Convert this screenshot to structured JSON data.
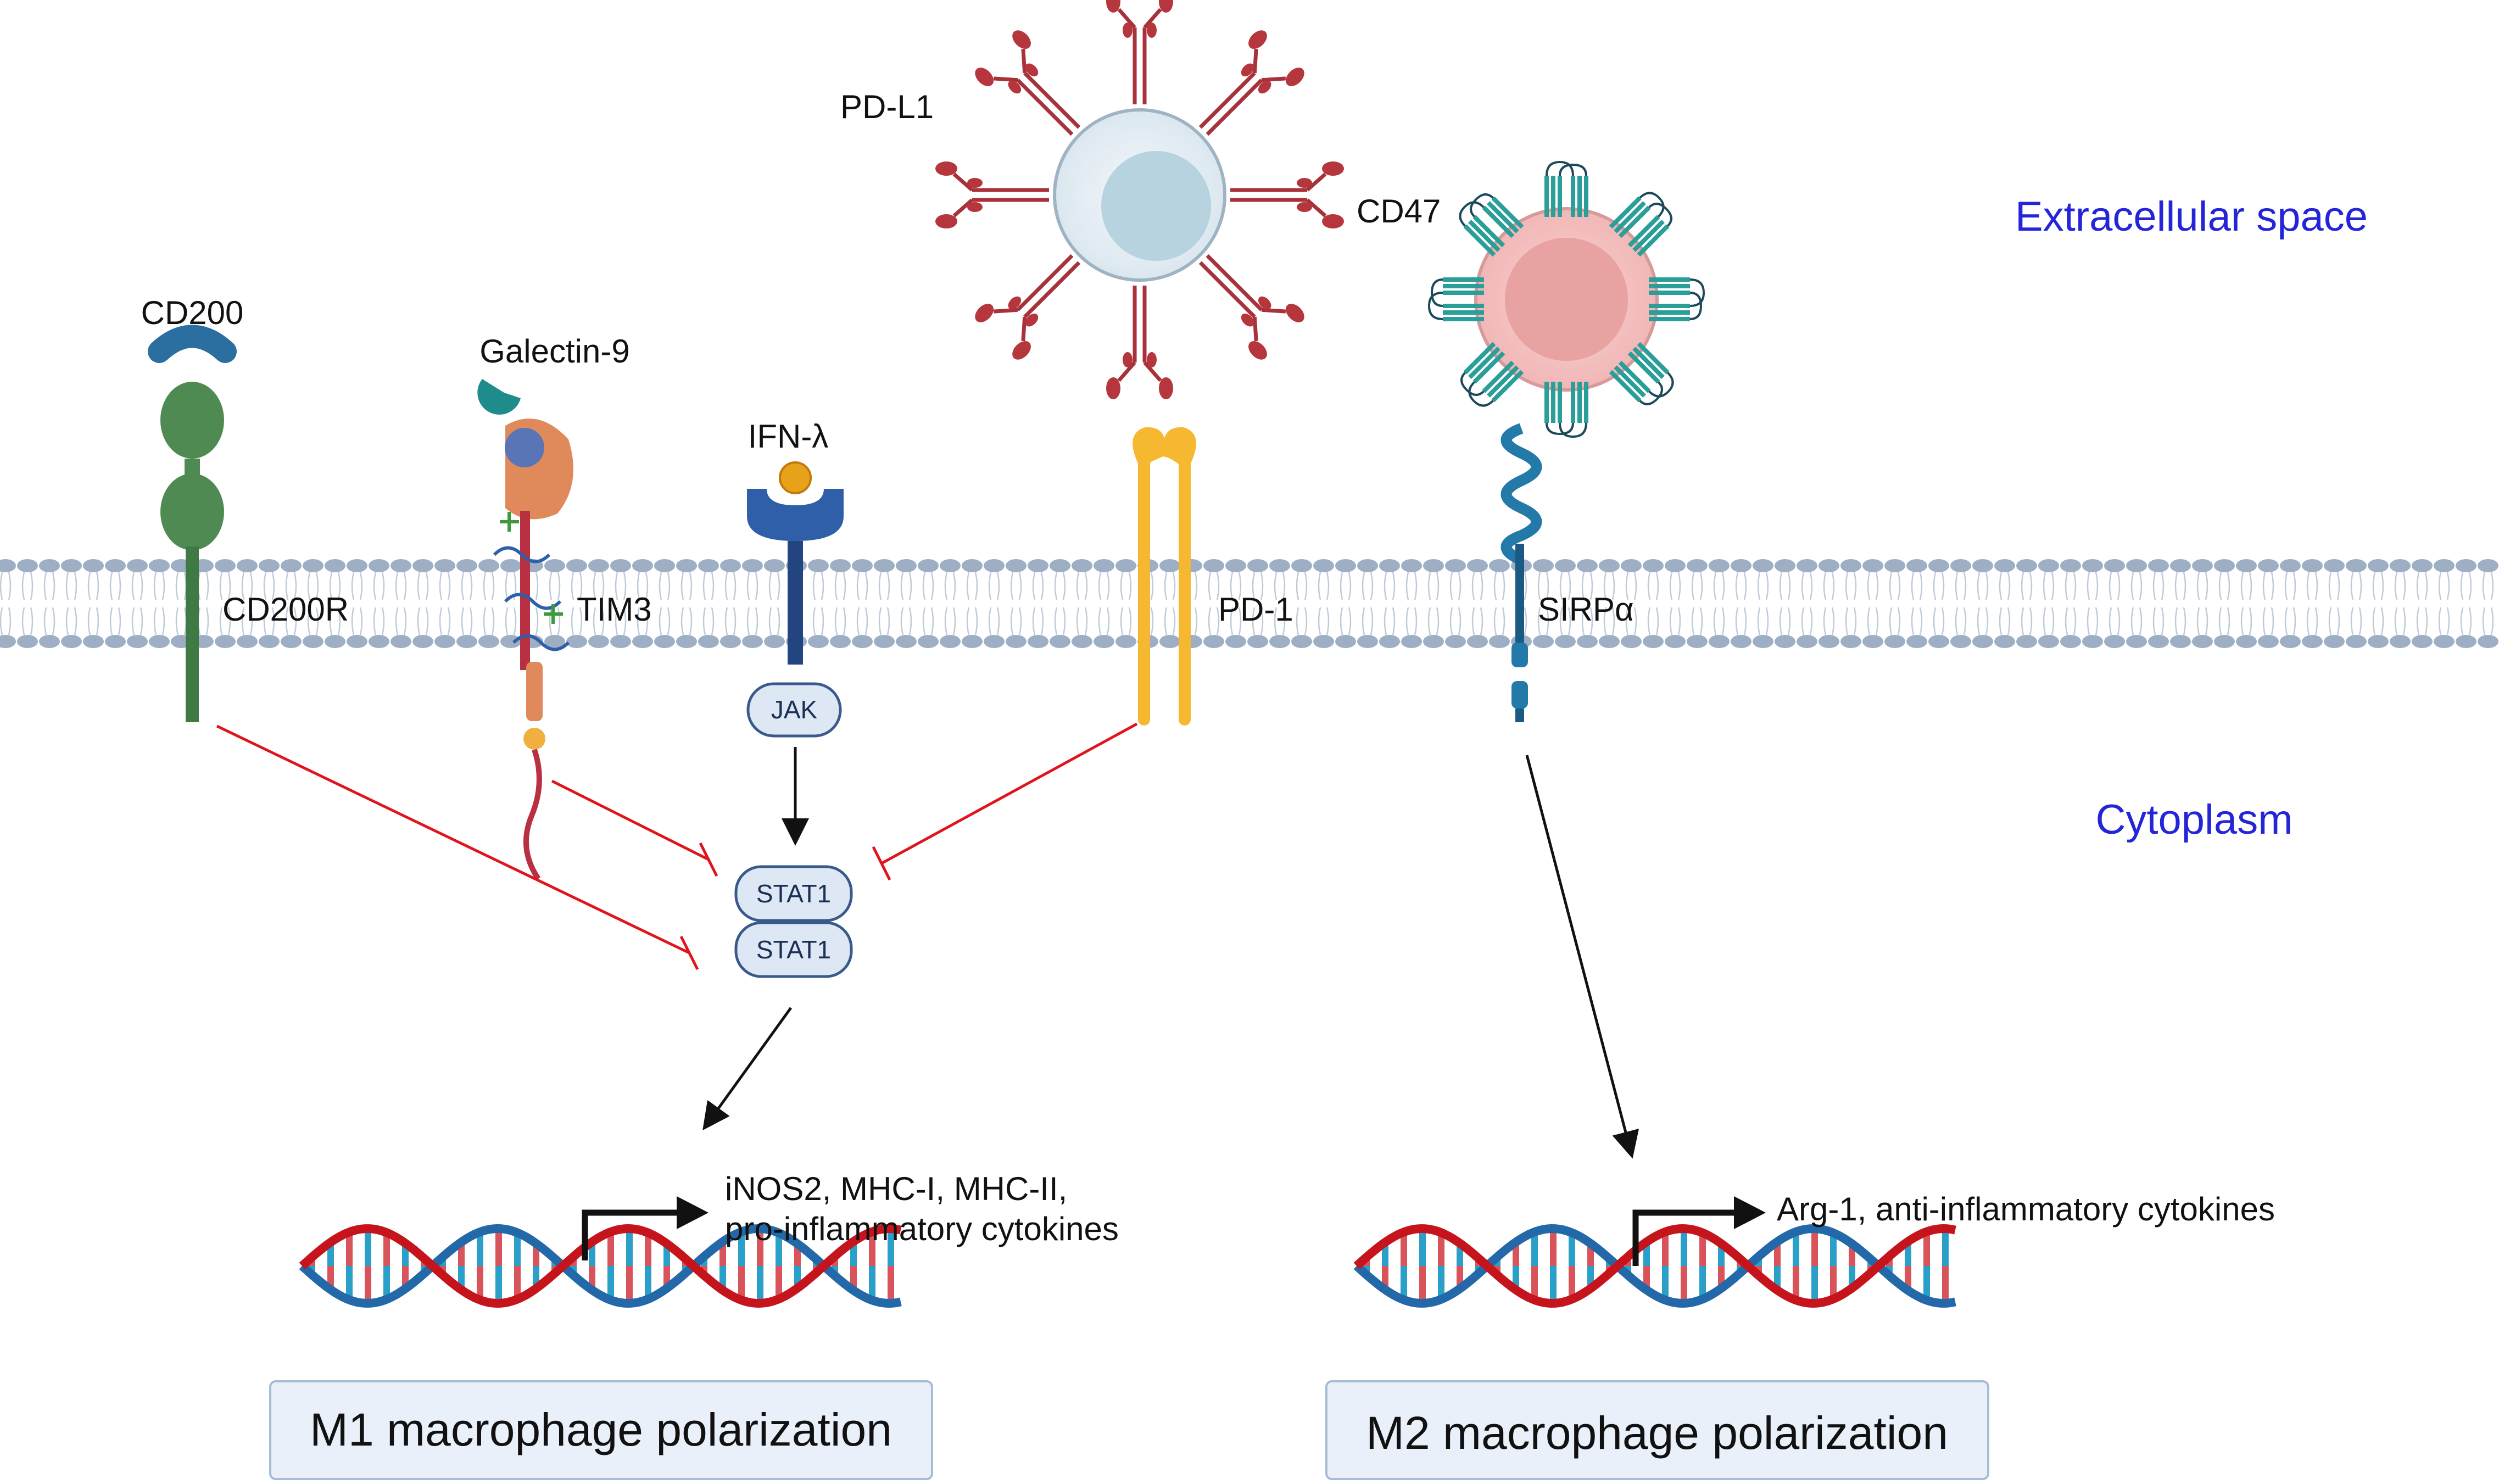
{
  "labels": {
    "extracellular": "Extracellular space",
    "cytoplasm": "Cytoplasm",
    "pd_l1": "PD-L1",
    "cd47": "CD47",
    "cd200": "CD200",
    "galectin9": "Galectin-9",
    "ifn_lambda": "IFN-λ",
    "cd200r": "CD200R",
    "tim3": "TIM3",
    "pd1": "PD-1",
    "sirpa": "SIRPα",
    "jak": "JAK",
    "stat1_top": "STAT1",
    "stat1_bottom": "STAT1",
    "m1_genes_line1": "iNOS2, MHC-I, MHC-II,",
    "m1_genes_line2": "pro-inflammatory cytokines",
    "m2_genes": "Arg-1, anti-inflammatory cytokines",
    "m1_outcome": "M1 macrophage polarization",
    "m2_outcome": "M2 macrophage polarization"
  },
  "colors": {
    "region_text": "#2424d8",
    "inhibition": "#e0141c",
    "activation": "#111111",
    "cd200r": "#4e8a52",
    "tim3": "#e08a5c",
    "ifn_receptor": "#2f5fa8",
    "pd1": "#f5b830",
    "sirpa": "#2379a8",
    "pdl1": "#a8323a",
    "cd47": "#2a9e98",
    "dna_red": "#c6141c",
    "dna_blue": "#2368a8",
    "membrane": "#9eaec4",
    "outcome_box": "#e9f0fa"
  },
  "icons": [
    "membrane-bilayer",
    "cell-pdl1",
    "cell-cd47",
    "dna-helix",
    "transcription-arrow"
  ]
}
